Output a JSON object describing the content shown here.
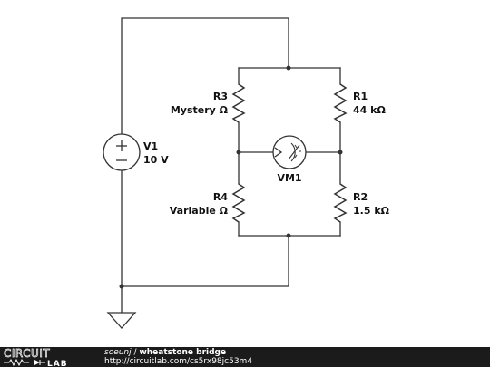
{
  "circuit": {
    "components": [
      {
        "id": "V1",
        "designator": "V1",
        "value": "10 V"
      },
      {
        "id": "R1",
        "designator": "R1",
        "value": "44 kΩ"
      },
      {
        "id": "R2",
        "designator": "R2",
        "value": "1.5 kΩ"
      },
      {
        "id": "R3",
        "designator": "R3",
        "value": "Mystery Ω"
      },
      {
        "id": "R4",
        "designator": "R4",
        "value": "Variable Ω"
      },
      {
        "id": "VM1",
        "designator": "VM1",
        "value": ""
      }
    ]
  },
  "footer": {
    "brand_top": "CIRCUIT",
    "brand_bottom": "LAB",
    "author": "soeunj",
    "separator": "/",
    "title": "wheatstone bridge",
    "url": "http://circuitlab.com/cs5rx98jc53m4"
  },
  "colors": {
    "wire": "#333333",
    "footer_bg": "#1b1b1b",
    "footer_text": "#ffffff"
  }
}
